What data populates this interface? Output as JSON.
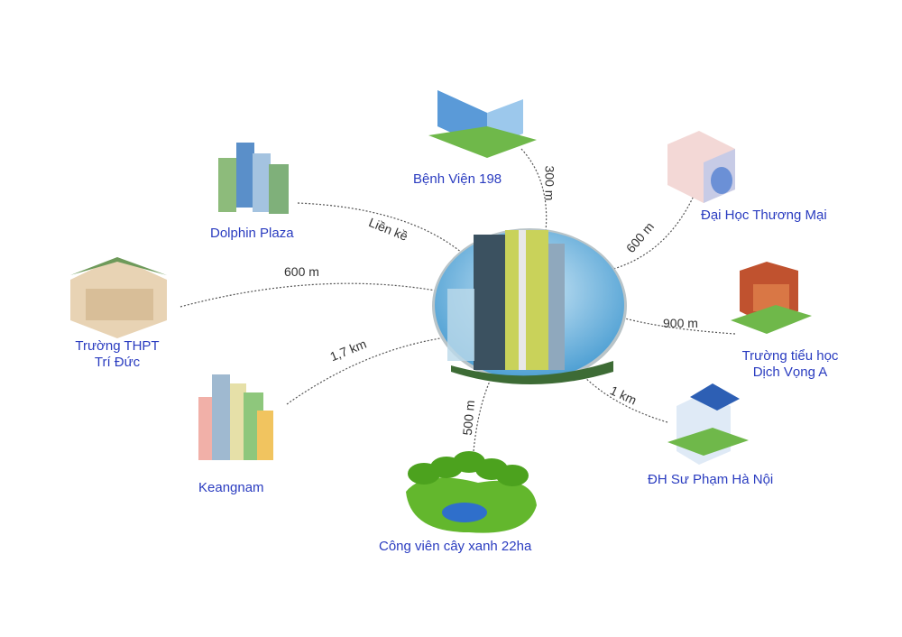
{
  "center": {
    "name": "project-tower"
  },
  "colors": {
    "label": "#2a3cc0",
    "line": "#555555"
  },
  "destinations": [
    {
      "id": "benh-vien",
      "label": "Bệnh Viện 198",
      "distance": "300 m"
    },
    {
      "id": "dai-hoc-thuong-mai",
      "label": "Đại Học Thương Mại",
      "distance": "600 m"
    },
    {
      "id": "tieu-hoc",
      "label": "Trường tiểu học",
      "label2": "Dịch Vọng A",
      "distance": "900 m"
    },
    {
      "id": "dh-su-pham",
      "label": "ĐH Sư Phạm Hà Nội",
      "distance": "1 km"
    },
    {
      "id": "cong-vien",
      "label": "Công viên cây xanh 22ha",
      "distance": "500 m"
    },
    {
      "id": "keangnam",
      "label": "Keangnam",
      "distance": "1,7 km"
    },
    {
      "id": "thpt",
      "label": "Trường THPT",
      "label2": "Trí Đức",
      "distance": "600 m"
    },
    {
      "id": "dolphin",
      "label": "Dolphin Plaza",
      "distance": "Liền kề"
    }
  ]
}
